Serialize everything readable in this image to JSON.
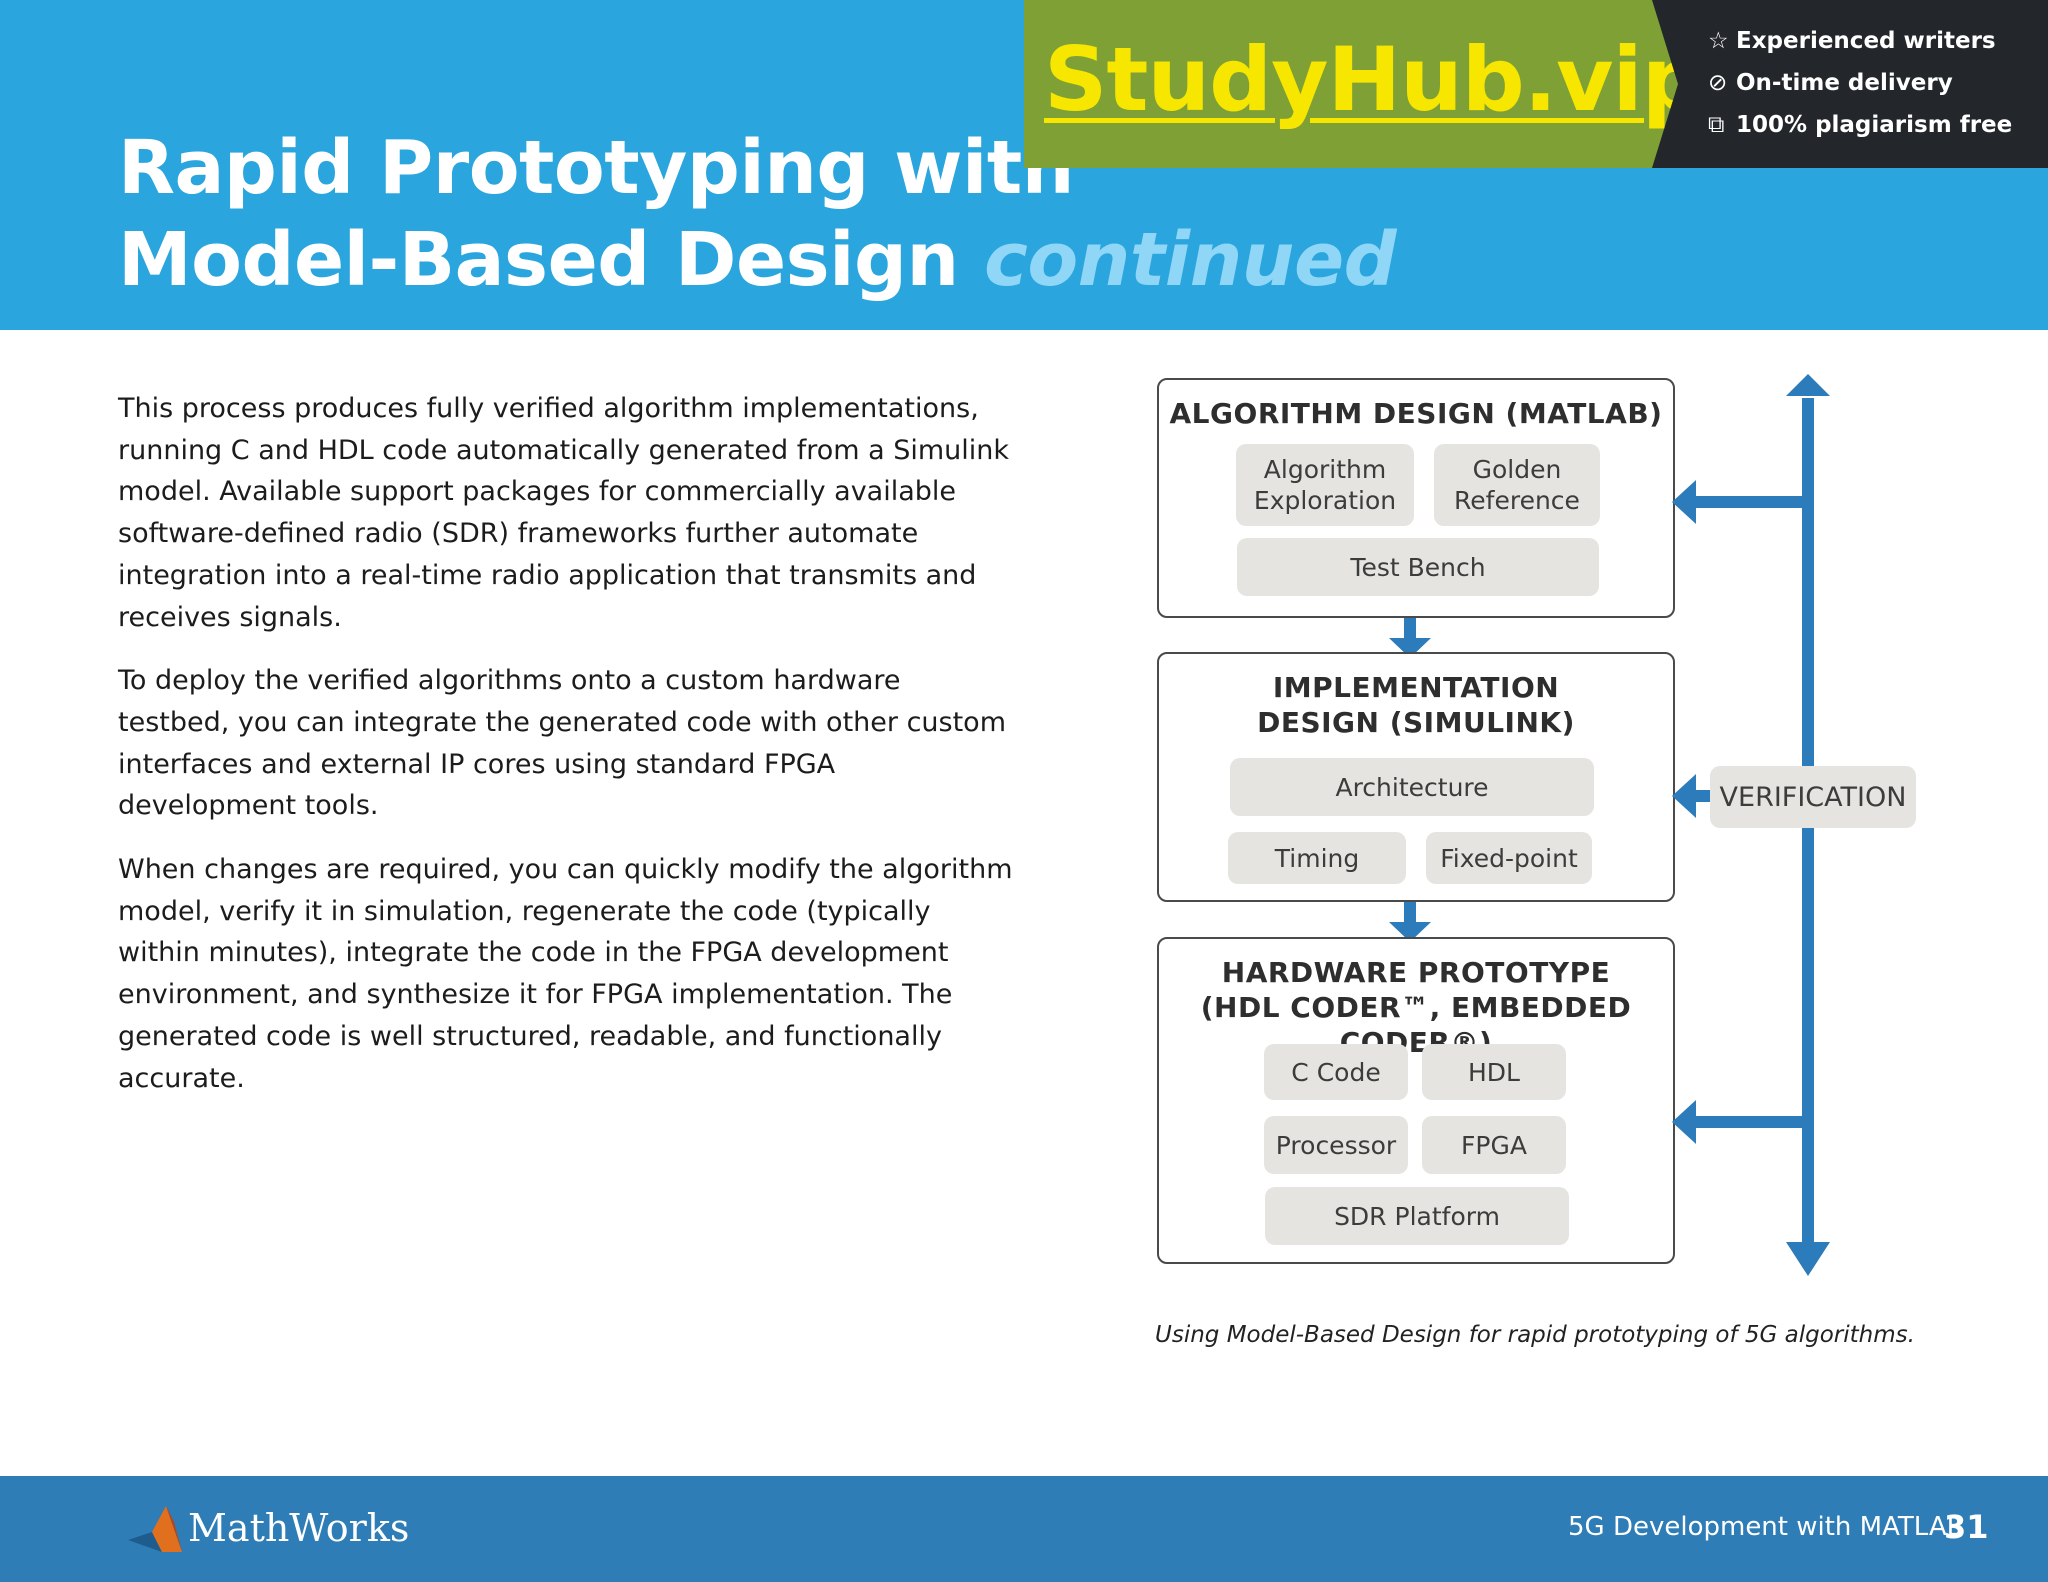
{
  "header": {
    "title_line1": "Rapid Prototyping with",
    "title_line2": "Model-Based Design",
    "title_continued": "continued"
  },
  "ad": {
    "logo": "StudyHub.vip",
    "items": [
      "Experienced writers",
      "On-time delivery",
      "100% plagiarism free"
    ],
    "icons": [
      "star-icon",
      "clock-icon",
      "copy-icon"
    ]
  },
  "body": {
    "paragraphs": [
      "This process produces fully verified algorithm implementations, running C and HDL code automatically generated from a Simulink model. Available support packages for commercially available software-defined radio (SDR) frameworks further automate integration into a real-time radio application that transmits and receives signals.",
      "To deploy the verified algorithms onto a custom hardware testbed, you can integrate the generated code with other custom interfaces and external IP cores using standard FPGA development tools.",
      "When changes are required, you can quickly modify the algorithm model, verify it in simulation, regenerate the code (typically within minutes), integrate the code in the FPGA development environment, and synthesize it for FPGA implementation. The generated code is well structured, readable, and functionally accurate."
    ]
  },
  "diagram": {
    "algorithm": {
      "title": "ALGORITHM DESIGN (MATLAB)",
      "chips": [
        "Algorithm\nExploration",
        "Golden\nReference",
        "Test Bench"
      ]
    },
    "implementation": {
      "title_line1": "IMPLEMENTATION",
      "title_line2": "DESIGN (SIMULINK)",
      "chips": [
        "Architecture",
        "Timing",
        "Fixed-point"
      ]
    },
    "hardware": {
      "title_line1": "HARDWARE PROTOTYPE",
      "title_line2": "(HDL CODER™, EMBEDDED CODER®)",
      "chips": [
        "C Code",
        "HDL",
        "Processor",
        "FPGA",
        "SDR Platform"
      ]
    },
    "verification_label": "VERIFICATION",
    "caption": "Using Model-Based Design for rapid prototyping of 5G algorithms.",
    "arrow_color": "#2c7bbb"
  },
  "footer": {
    "logo_text": "MathWorks",
    "title": "5G Development with MATLAB",
    "page_number": "31"
  },
  "colors": {
    "header_blue": "#2aa5dd",
    "footer_blue": "#2e7db6",
    "ad_green": "#7fa034",
    "ad_yellow": "#f6e600"
  }
}
